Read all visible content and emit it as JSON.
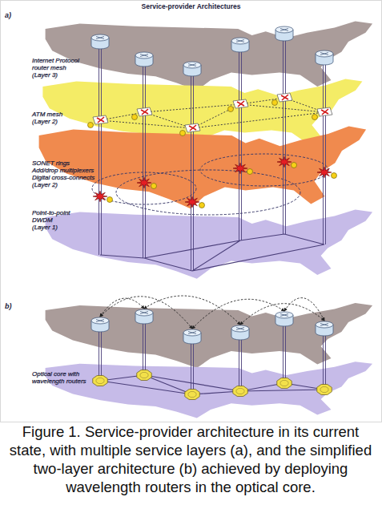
{
  "diagram": {
    "title": "Service-provider Architectures",
    "caption": "Figure 1. Service-provider architecture in its current state, with multiple service layers (a), and the simplified two-layer architecture (b) achieved by deploying wavelength routers in the optical core.",
    "labels": [
      "a)",
      "Internet Protocol router mesh (Layer 3)",
      "ATM mesh (Layer 2)",
      "SONET rings Add/drop multiplexers Digital cross-connects (Layer 2)",
      "Point-to-point DWDM (Layer 1)",
      "b)",
      "Optical core with wavelength routers"
    ]
  }
}
